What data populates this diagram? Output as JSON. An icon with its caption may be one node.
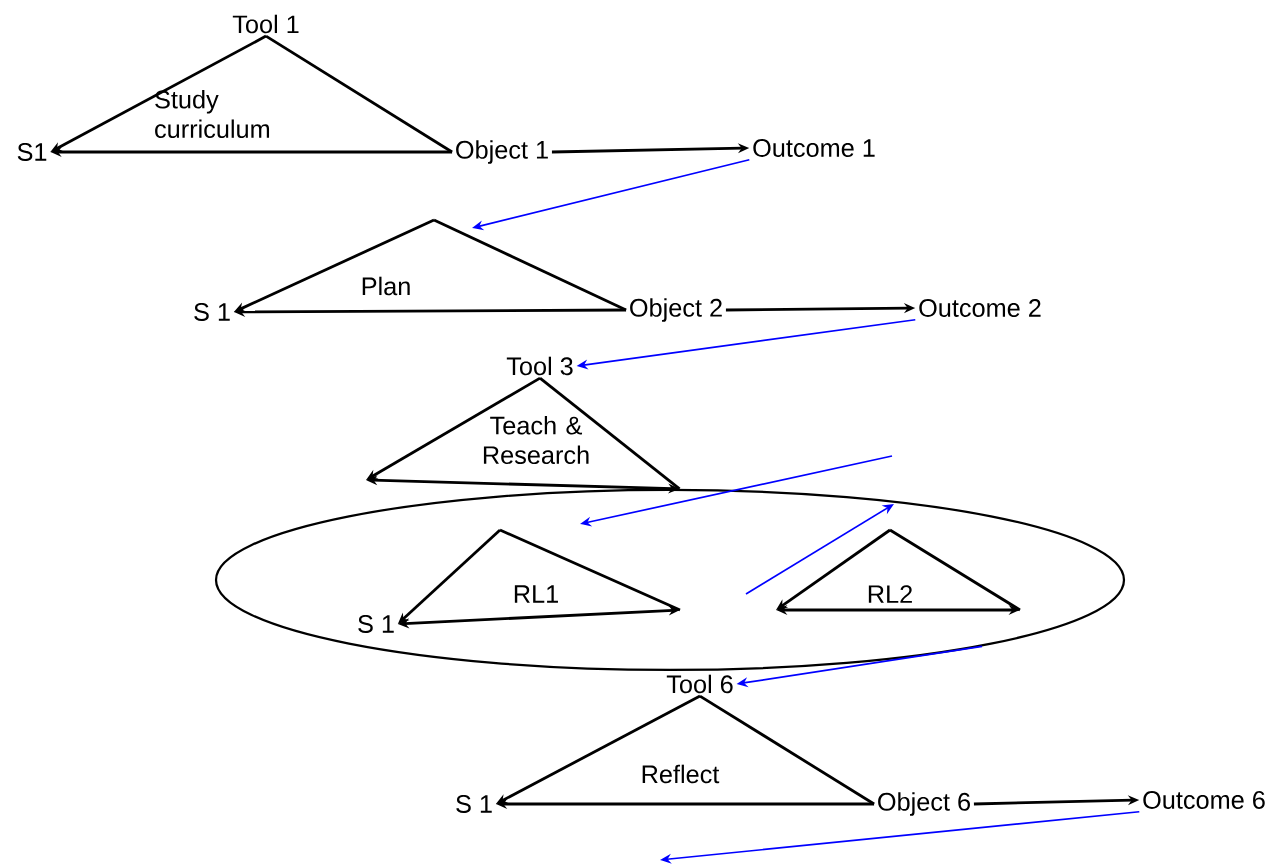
{
  "diagram": {
    "nodes": [
      {
        "text": [
          "Tool 1"
        ]
      },
      {
        "text": [
          "S1"
        ]
      },
      {
        "text": [
          "Object 1"
        ]
      },
      {
        "text": [
          "Outcome 1"
        ]
      },
      {
        "text": [
          "S 1"
        ]
      },
      {
        "text": [
          "Object 2"
        ]
      },
      {
        "text": [
          "Outcome 2"
        ]
      },
      {
        "text": [
          "Tool 3"
        ]
      },
      {
        "text": [],
        "shape": "ellipse"
      },
      {
        "text": [
          "S 1"
        ],
        "in": 8
      },
      {
        "text": [
          "Tool 6"
        ]
      },
      {
        "text": [
          "S 1"
        ]
      },
      {
        "text": [
          "Object 6"
        ]
      },
      {
        "text": [
          "Outcome 6"
        ]
      }
    ],
    "edges": [
      {
        "from": 0,
        "to": 1,
        "arrow": "to"
      },
      {
        "from": 0,
        "to": 2,
        "arrow": "none"
      },
      {
        "from": 2,
        "to": 1,
        "arrow": "to"
      },
      {
        "from": 2,
        "to": 3,
        "arrow": "to"
      },
      {
        "from": 3,
        "to": null,
        "arrow": "to",
        "color": "#0000ff"
      },
      {
        "from": null,
        "to": 4,
        "arrow": "to"
      },
      {
        "from": null,
        "to": 5,
        "arrow": "none"
      },
      {
        "from": 5,
        "to": 4,
        "arrow": "to"
      },
      {
        "from": 5,
        "to": 6,
        "arrow": "to"
      },
      {
        "from": 6,
        "to": 7,
        "arrow": "to",
        "color": "#0000ff"
      },
      {
        "from": 7,
        "to": null,
        "arrow": "to"
      },
      {
        "from": 7,
        "to": 8,
        "arrow": "none"
      },
      {
        "from": null,
        "to": 9,
        "arrow": "to"
      },
      {
        "from": null,
        "to": 9,
        "arrow": "both"
      },
      {
        "from": 10,
        "to": 11,
        "arrow": "to"
      },
      {
        "from": 10,
        "to": 12,
        "arrow": "none"
      },
      {
        "from": 12,
        "to": 11,
        "arrow": "to"
      },
      {
        "from": 12,
        "to": 13,
        "arrow": "to"
      },
      {
        "from": 13,
        "to": null,
        "arrow": "to",
        "color": "#0000ff"
      },
      {
        "from": 8,
        "to": null,
        "arrow": "both"
      },
      {
        "from": 8,
        "to": 10,
        "arrow": "to",
        "color": "#0000ff"
      }
    ],
    "labels": [
      "Study curriculum",
      "Plan",
      "Teach & Research",
      "RL1",
      "RL2",
      "Reflect"
    ]
  }
}
